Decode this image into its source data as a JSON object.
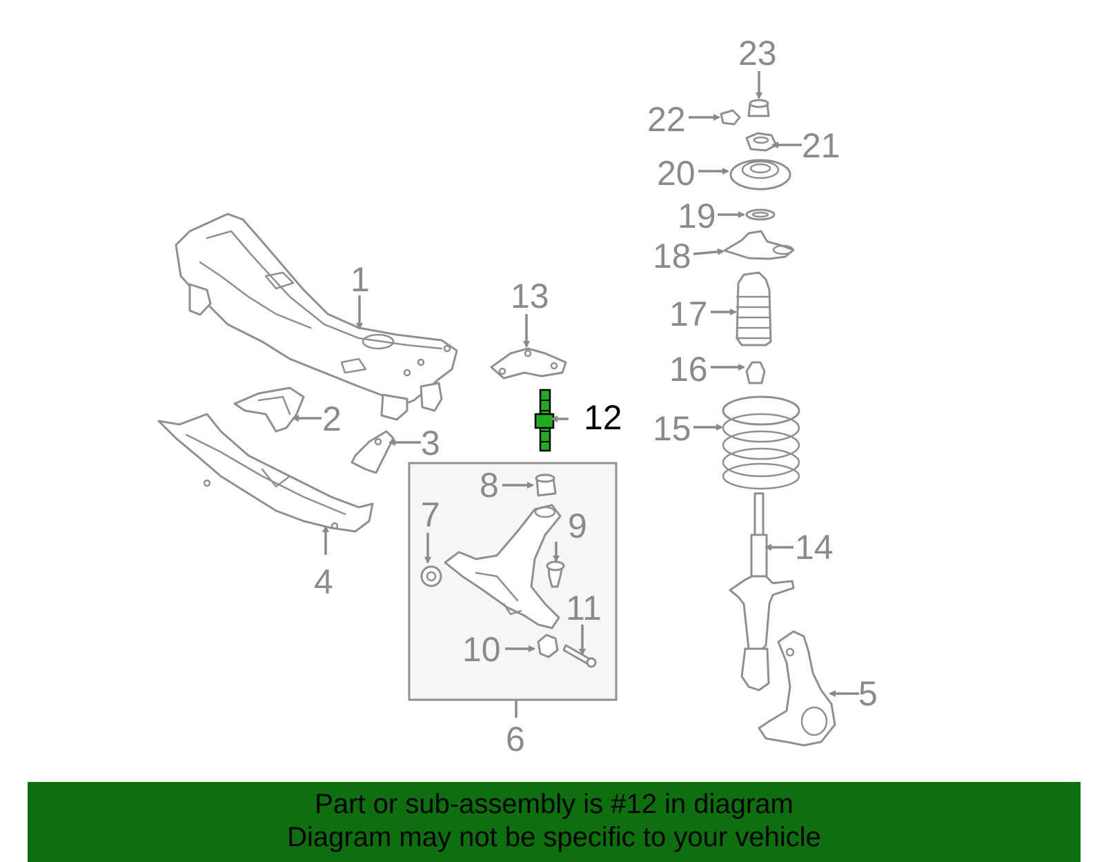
{
  "callouts": {
    "c1": "1",
    "c2": "2",
    "c3": "3",
    "c4": "4",
    "c5": "5",
    "c6": "6",
    "c7": "7",
    "c8": "8",
    "c9": "9",
    "c10": "10",
    "c11": "11",
    "c12": "12",
    "c13": "13",
    "c14": "14",
    "c15": "15",
    "c16": "16",
    "c17": "17",
    "c18": "18",
    "c19": "19",
    "c20": "20",
    "c21": "21",
    "c22": "22",
    "c23": "23"
  },
  "highlight": {
    "part": "12",
    "color": "#22aa22"
  },
  "banner": {
    "line1": "Part or sub-assembly is #12 in diagram",
    "line2": "Diagram may not be specific to your vehicle",
    "background": "#0e6f0e"
  }
}
